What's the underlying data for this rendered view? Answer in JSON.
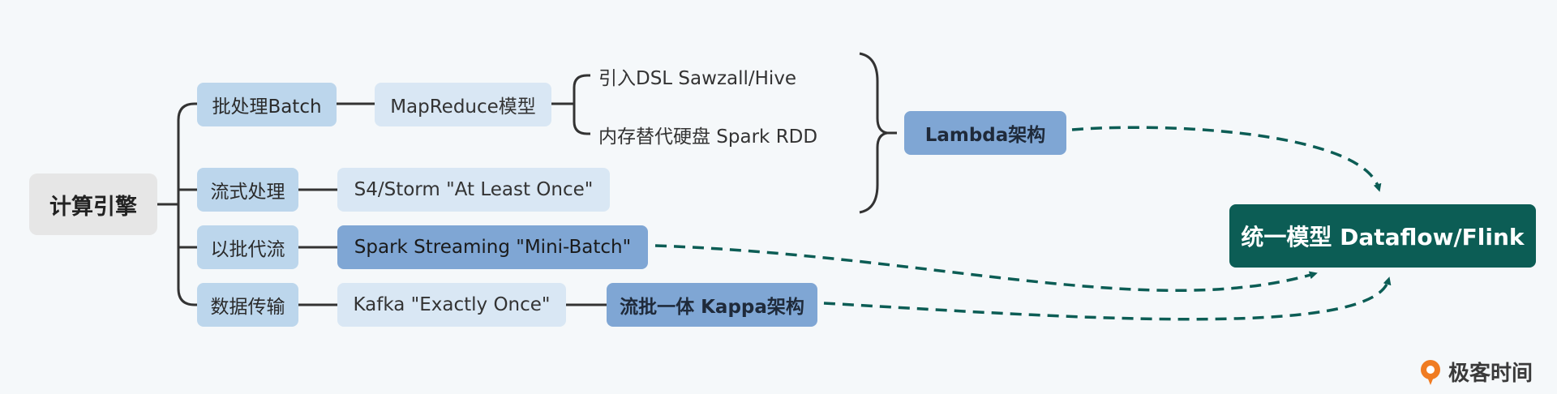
{
  "root": {
    "label": "计算引擎"
  },
  "branches": {
    "batch": "批处理Batch",
    "stream": "流式处理",
    "batch_as_stream": "以批代流",
    "data_transfer": "数据传输"
  },
  "nodes": {
    "mapreduce": "MapReduce模型",
    "dsl": "引入DSL Sawzall/Hive",
    "rdd": "内存替代硬盘 Spark RDD",
    "storm": "S4/Storm \"At Least Once\"",
    "spark_streaming": "Spark Streaming \"Mini-Batch\"",
    "kafka": "Kafka \"Exactly Once\"",
    "kappa": "流批一体 Kappa架构",
    "lambda": "Lambda架构",
    "unified": "统一模型 Dataflow/Flink"
  },
  "logo": {
    "text": "极客时间"
  },
  "colors": {
    "connector": "#333333",
    "dashed_arrow": "#0c5d55",
    "final_node": "#0c5d55",
    "category_node": "#bcd6ec",
    "light_node": "#d9e7f4",
    "highlight_node": "#7fa6d4",
    "root_node": "#e6e6e6",
    "logo_accent": "#f07c22"
  }
}
